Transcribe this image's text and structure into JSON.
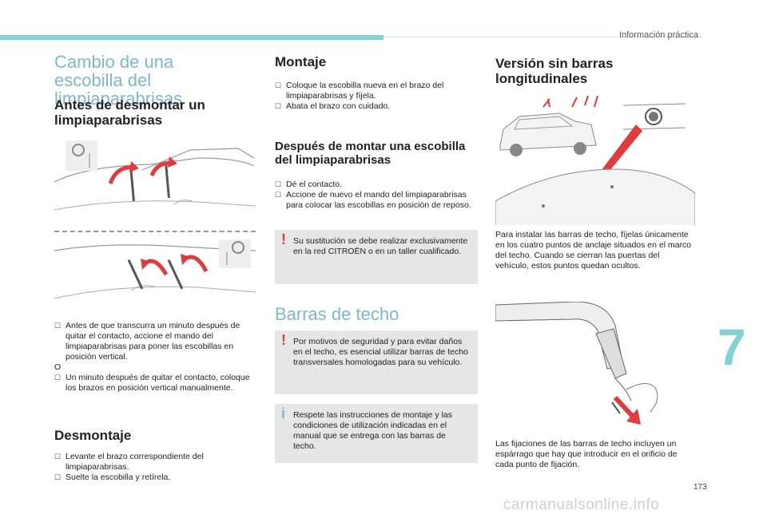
{
  "header": {
    "section_title": "Información práctica",
    "page_number": "173",
    "chapter_number": "7"
  },
  "col1": {
    "main_title": "Cambio de una escobilla del limpiaparabrisas",
    "heading_before": "Antes de desmontar un limpiaparabrisas",
    "bullet_1": "Antes de que transcurra un minuto después de quitar el contacto, accione el mando del limpiaparabrisas para poner las escobillas en posición vertical.",
    "or_text": "O",
    "bullet_2": "Un minuto después de quitar el contacto, coloque los brazos en posición vertical manualmente.",
    "heading_desmontaje": "Desmontaje",
    "bullet_3": "Levante el brazo correspondiente del limpiaparabrisas.",
    "bullet_4": "Suelte la escobilla y retírela."
  },
  "col2": {
    "heading_montaje": "Montaje",
    "bullet_1": "Coloque la escobilla nueva en el brazo del limpiaparabrisas y fíjela.",
    "bullet_2": "Abata el brazo con cuidado.",
    "heading_despues": "Después de montar una escobilla del limpiaparabrisas",
    "bullet_3": "Dé el contacto.",
    "bullet_4": "Accione de nuevo el mando del limpiaparabrisas para colocar las escobillas en posición de reposo.",
    "warning_1": "Su sustitución se debe realizar exclusivamente en la red CITROËN o en un taller cualificado.",
    "title_barras": "Barras de techo",
    "warning_2": "Por motivos de seguridad y para evitar daños en el techo, es esencial utilizar barras de techo transversales homologadas para su vehículo.",
    "info_1": "Respete las instrucciones de montaje y las condiciones de utilización indicadas en el manual que se entrega con las barras de techo."
  },
  "col3": {
    "heading_version": "Versión sin barras longitudinales",
    "paragraph_1": "Para instalar las barras de techo, fíjelas únicamente en los cuatro puntos de anclaje situados en el marco del techo. Cuando se cierran las puertas del vehículo, estos puntos quedan ocultos.",
    "paragraph_2": "Las fijaciones de las barras de techo incluyen un espárrago que hay que introducir en el orificio de cada punto de fijación."
  },
  "marks": {
    "warning": "!",
    "info": "i"
  },
  "watermark": "carmanualsonline.info",
  "colors": {
    "accent": "#7fd3d1",
    "title_blue": "#7ab9ce",
    "arrow_red": "#e23b3b",
    "box_grey": "#e6e6e6"
  }
}
